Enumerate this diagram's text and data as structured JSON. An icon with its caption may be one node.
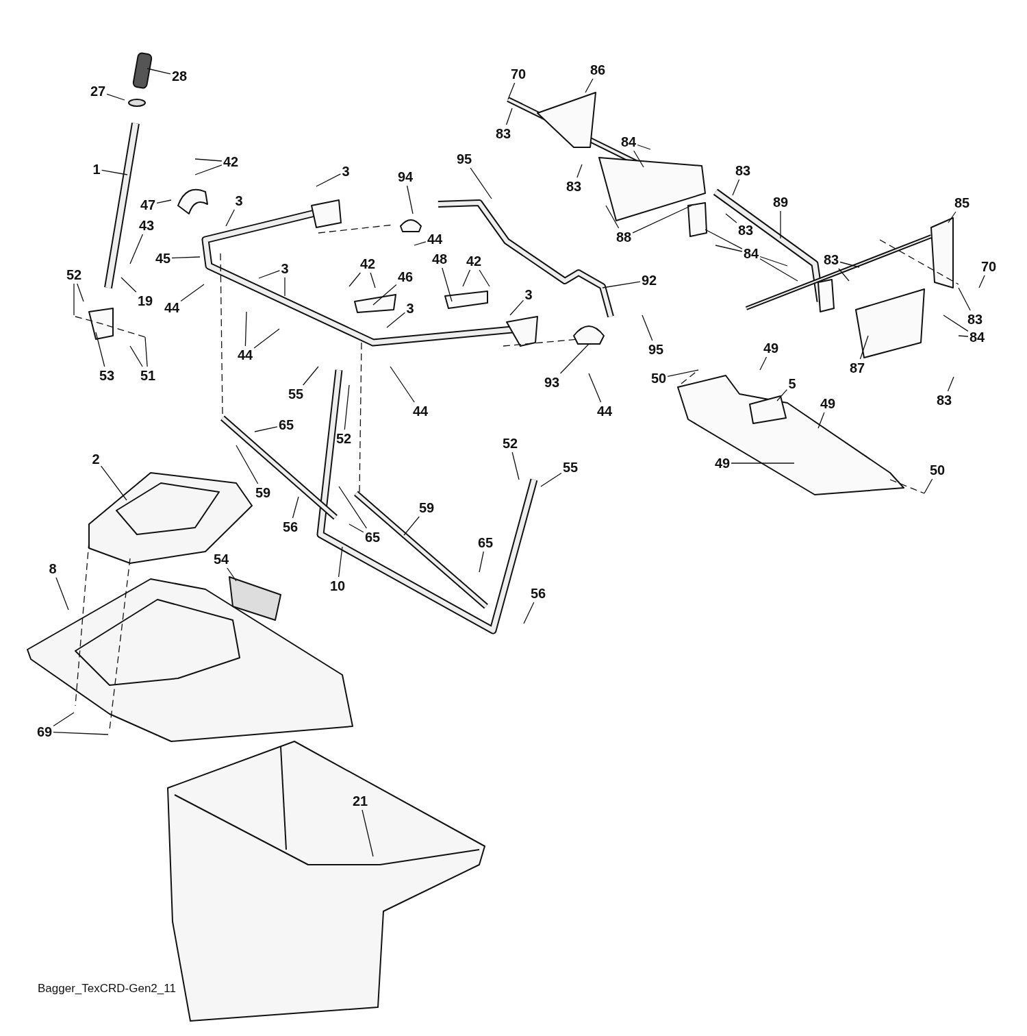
{
  "diagram": {
    "nodes": [
      {
        "text": [
          "28"
        ]
      },
      {
        "text": [
          "27"
        ]
      },
      {
        "text": [
          "1"
        ]
      },
      {
        "text": [
          "42"
        ]
      },
      {
        "text": [
          "47"
        ]
      },
      {
        "text": [
          "3"
        ]
      },
      {
        "text": [
          "3"
        ]
      },
      {
        "text": [
          "43"
        ]
      },
      {
        "text": [
          "45"
        ]
      },
      {
        "text": [
          "52"
        ]
      },
      {
        "text": [
          "19"
        ]
      },
      {
        "text": [
          "44"
        ]
      },
      {
        "text": [
          "53"
        ]
      },
      {
        "text": [
          "51"
        ]
      },
      {
        "text": [
          "3"
        ]
      },
      {
        "text": [
          "44"
        ]
      },
      {
        "text": [
          "94"
        ]
      },
      {
        "text": [
          "95"
        ]
      },
      {
        "text": [
          "44"
        ]
      },
      {
        "text": [
          "42"
        ]
      },
      {
        "text": [
          "46"
        ]
      },
      {
        "text": [
          "48"
        ]
      },
      {
        "text": [
          "42"
        ]
      },
      {
        "text": [
          "3"
        ]
      },
      {
        "text": [
          "3"
        ]
      },
      {
        "text": [
          "44"
        ]
      },
      {
        "text": [
          "92"
        ]
      },
      {
        "text": [
          "95"
        ]
      },
      {
        "text": [
          "93"
        ]
      },
      {
        "text": [
          "44"
        ]
      },
      {
        "text": [
          "55"
        ]
      },
      {
        "text": [
          "52"
        ]
      },
      {
        "text": [
          "65"
        ]
      },
      {
        "text": [
          "59"
        ]
      },
      {
        "text": [
          "56"
        ]
      },
      {
        "text": [
          "65"
        ]
      },
      {
        "text": [
          "59"
        ]
      },
      {
        "text": [
          "10"
        ]
      },
      {
        "text": [
          "65"
        ]
      },
      {
        "text": [
          "52"
        ]
      },
      {
        "text": [
          "55"
        ]
      },
      {
        "text": [
          "56"
        ]
      },
      {
        "text": [
          "2"
        ]
      },
      {
        "text": [
          "8"
        ]
      },
      {
        "text": [
          "54"
        ]
      },
      {
        "text": [
          "69"
        ]
      },
      {
        "text": [
          "21"
        ]
      },
      {
        "text": [
          "70"
        ]
      },
      {
        "text": [
          "86"
        ]
      },
      {
        "text": [
          "83"
        ]
      },
      {
        "text": [
          "84"
        ]
      },
      {
        "text": [
          "83"
        ]
      },
      {
        "text": [
          "83"
        ]
      },
      {
        "text": [
          "89"
        ]
      },
      {
        "text": [
          "88"
        ]
      },
      {
        "text": [
          "83"
        ]
      },
      {
        "text": [
          "84"
        ]
      },
      {
        "text": [
          "85"
        ]
      },
      {
        "text": [
          "83"
        ]
      },
      {
        "text": [
          "70"
        ]
      },
      {
        "text": [
          "83"
        ]
      },
      {
        "text": [
          "84"
        ]
      },
      {
        "text": [
          "87"
        ]
      },
      {
        "text": [
          "49"
        ]
      },
      {
        "text": [
          "50"
        ]
      },
      {
        "text": [
          "5"
        ]
      },
      {
        "text": [
          "49"
        ]
      },
      {
        "text": [
          "83"
        ]
      },
      {
        "text": [
          "49"
        ]
      },
      {
        "text": [
          "50"
        ]
      }
    ],
    "edges": [
      {
        "from": 0,
        "to": null,
        "arrow": "none"
      },
      {
        "from": 1,
        "to": null,
        "arrow": "none"
      },
      {
        "from": 2,
        "to": null,
        "arrow": "none"
      },
      {
        "from": 3,
        "to": null,
        "arrow": "none"
      },
      {
        "from": 3,
        "to": null,
        "arrow": "none"
      },
      {
        "from": 4,
        "to": null,
        "arrow": "none"
      },
      {
        "from": 5,
        "to": null,
        "arrow": "none"
      },
      {
        "from": 6,
        "to": null,
        "arrow": "none"
      },
      {
        "from": 7,
        "to": null,
        "arrow": "none"
      },
      {
        "from": 8,
        "to": null,
        "arrow": "none"
      },
      {
        "from": 9,
        "to": null,
        "arrow": "none"
      },
      {
        "from": 9,
        "to": null,
        "arrow": "none"
      },
      {
        "from": 10,
        "to": null,
        "arrow": "none"
      },
      {
        "from": 11,
        "to": null,
        "arrow": "none"
      },
      {
        "from": 12,
        "to": null,
        "arrow": "none"
      },
      {
        "from": 13,
        "to": null,
        "arrow": "none"
      },
      {
        "from": 13,
        "to": null,
        "arrow": "none"
      },
      {
        "from": 14,
        "to": null,
        "arrow": "none"
      },
      {
        "from": 14,
        "to": null,
        "arrow": "none"
      },
      {
        "from": 15,
        "to": null,
        "arrow": "none"
      },
      {
        "from": 15,
        "to": null,
        "arrow": "none"
      },
      {
        "from": 16,
        "to": null,
        "arrow": "none"
      },
      {
        "from": 17,
        "to": null,
        "arrow": "none"
      },
      {
        "from": 18,
        "to": null,
        "arrow": "none"
      },
      {
        "from": 19,
        "to": null,
        "arrow": "none"
      },
      {
        "from": 19,
        "to": null,
        "arrow": "none"
      },
      {
        "from": 20,
        "to": null,
        "arrow": "none"
      },
      {
        "from": 21,
        "to": null,
        "arrow": "none"
      },
      {
        "from": 22,
        "to": null,
        "arrow": "none"
      },
      {
        "from": 22,
        "to": null,
        "arrow": "none"
      },
      {
        "from": 23,
        "to": null,
        "arrow": "none"
      },
      {
        "from": 24,
        "to": null,
        "arrow": "none"
      },
      {
        "from": 25,
        "to": null,
        "arrow": "none"
      },
      {
        "from": 26,
        "to": null,
        "arrow": "none"
      },
      {
        "from": 27,
        "to": null,
        "arrow": "none"
      },
      {
        "from": 28,
        "to": null,
        "arrow": "none"
      },
      {
        "from": 29,
        "to": null,
        "arrow": "none"
      },
      {
        "from": 30,
        "to": null,
        "arrow": "none"
      },
      {
        "from": 31,
        "to": null,
        "arrow": "none"
      },
      {
        "from": 32,
        "to": null,
        "arrow": "none"
      },
      {
        "from": 33,
        "to": null,
        "arrow": "none"
      },
      {
        "from": 34,
        "to": null,
        "arrow": "none"
      },
      {
        "from": 35,
        "to": null,
        "arrow": "none"
      },
      {
        "from": 35,
        "to": null,
        "arrow": "none"
      },
      {
        "from": 36,
        "to": null,
        "arrow": "none"
      },
      {
        "from": 37,
        "to": null,
        "arrow": "none"
      },
      {
        "from": 38,
        "to": null,
        "arrow": "none"
      },
      {
        "from": 39,
        "to": null,
        "arrow": "none"
      },
      {
        "from": 40,
        "to": null,
        "arrow": "none"
      },
      {
        "from": 41,
        "to": null,
        "arrow": "none"
      },
      {
        "from": 42,
        "to": null,
        "arrow": "none"
      },
      {
        "from": 43,
        "to": null,
        "arrow": "none"
      },
      {
        "from": 44,
        "to": null,
        "arrow": "none"
      },
      {
        "from": 45,
        "to": null,
        "arrow": "none"
      },
      {
        "from": 45,
        "to": null,
        "arrow": "none"
      },
      {
        "from": 46,
        "to": null,
        "arrow": "none"
      },
      {
        "from": 47,
        "to": null,
        "arrow": "none"
      },
      {
        "from": 48,
        "to": null,
        "arrow": "none"
      },
      {
        "from": 49,
        "to": null,
        "arrow": "none"
      },
      {
        "from": 50,
        "to": null,
        "arrow": "none"
      },
      {
        "from": 50,
        "to": null,
        "arrow": "none"
      },
      {
        "from": 51,
        "to": null,
        "arrow": "none"
      },
      {
        "from": 52,
        "to": null,
        "arrow": "none"
      },
      {
        "from": 53,
        "to": null,
        "arrow": "none"
      },
      {
        "from": 54,
        "to": null,
        "arrow": "none"
      },
      {
        "from": 54,
        "to": null,
        "arrow": "none"
      },
      {
        "from": 55,
        "to": null,
        "arrow": "none"
      },
      {
        "from": 56,
        "to": null,
        "arrow": "none"
      },
      {
        "from": 56,
        "to": null,
        "arrow": "none"
      },
      {
        "from": 56,
        "to": null,
        "arrow": "none"
      },
      {
        "from": 56,
        "to": null,
        "arrow": "none"
      },
      {
        "from": 57,
        "to": null,
        "arrow": "none"
      },
      {
        "from": 58,
        "to": null,
        "arrow": "none"
      },
      {
        "from": 58,
        "to": null,
        "arrow": "none"
      },
      {
        "from": 59,
        "to": null,
        "arrow": "none"
      },
      {
        "from": 60,
        "to": null,
        "arrow": "none"
      },
      {
        "from": 61,
        "to": null,
        "arrow": "none"
      },
      {
        "from": 61,
        "to": null,
        "arrow": "none"
      },
      {
        "from": 62,
        "to": null,
        "arrow": "none"
      },
      {
        "from": 63,
        "to": null,
        "arrow": "none"
      },
      {
        "from": 64,
        "to": null,
        "arrow": "none"
      },
      {
        "from": 65,
        "to": null,
        "arrow": "none"
      },
      {
        "from": 66,
        "to": null,
        "arrow": "none"
      },
      {
        "from": 67,
        "to": null,
        "arrow": "none"
      },
      {
        "from": 68,
        "to": null,
        "arrow": "none"
      },
      {
        "from": 69,
        "to": null,
        "arrow": "none"
      }
    ],
    "labels": [
      "Bagger_TexCRD-Gen2_11"
    ]
  }
}
